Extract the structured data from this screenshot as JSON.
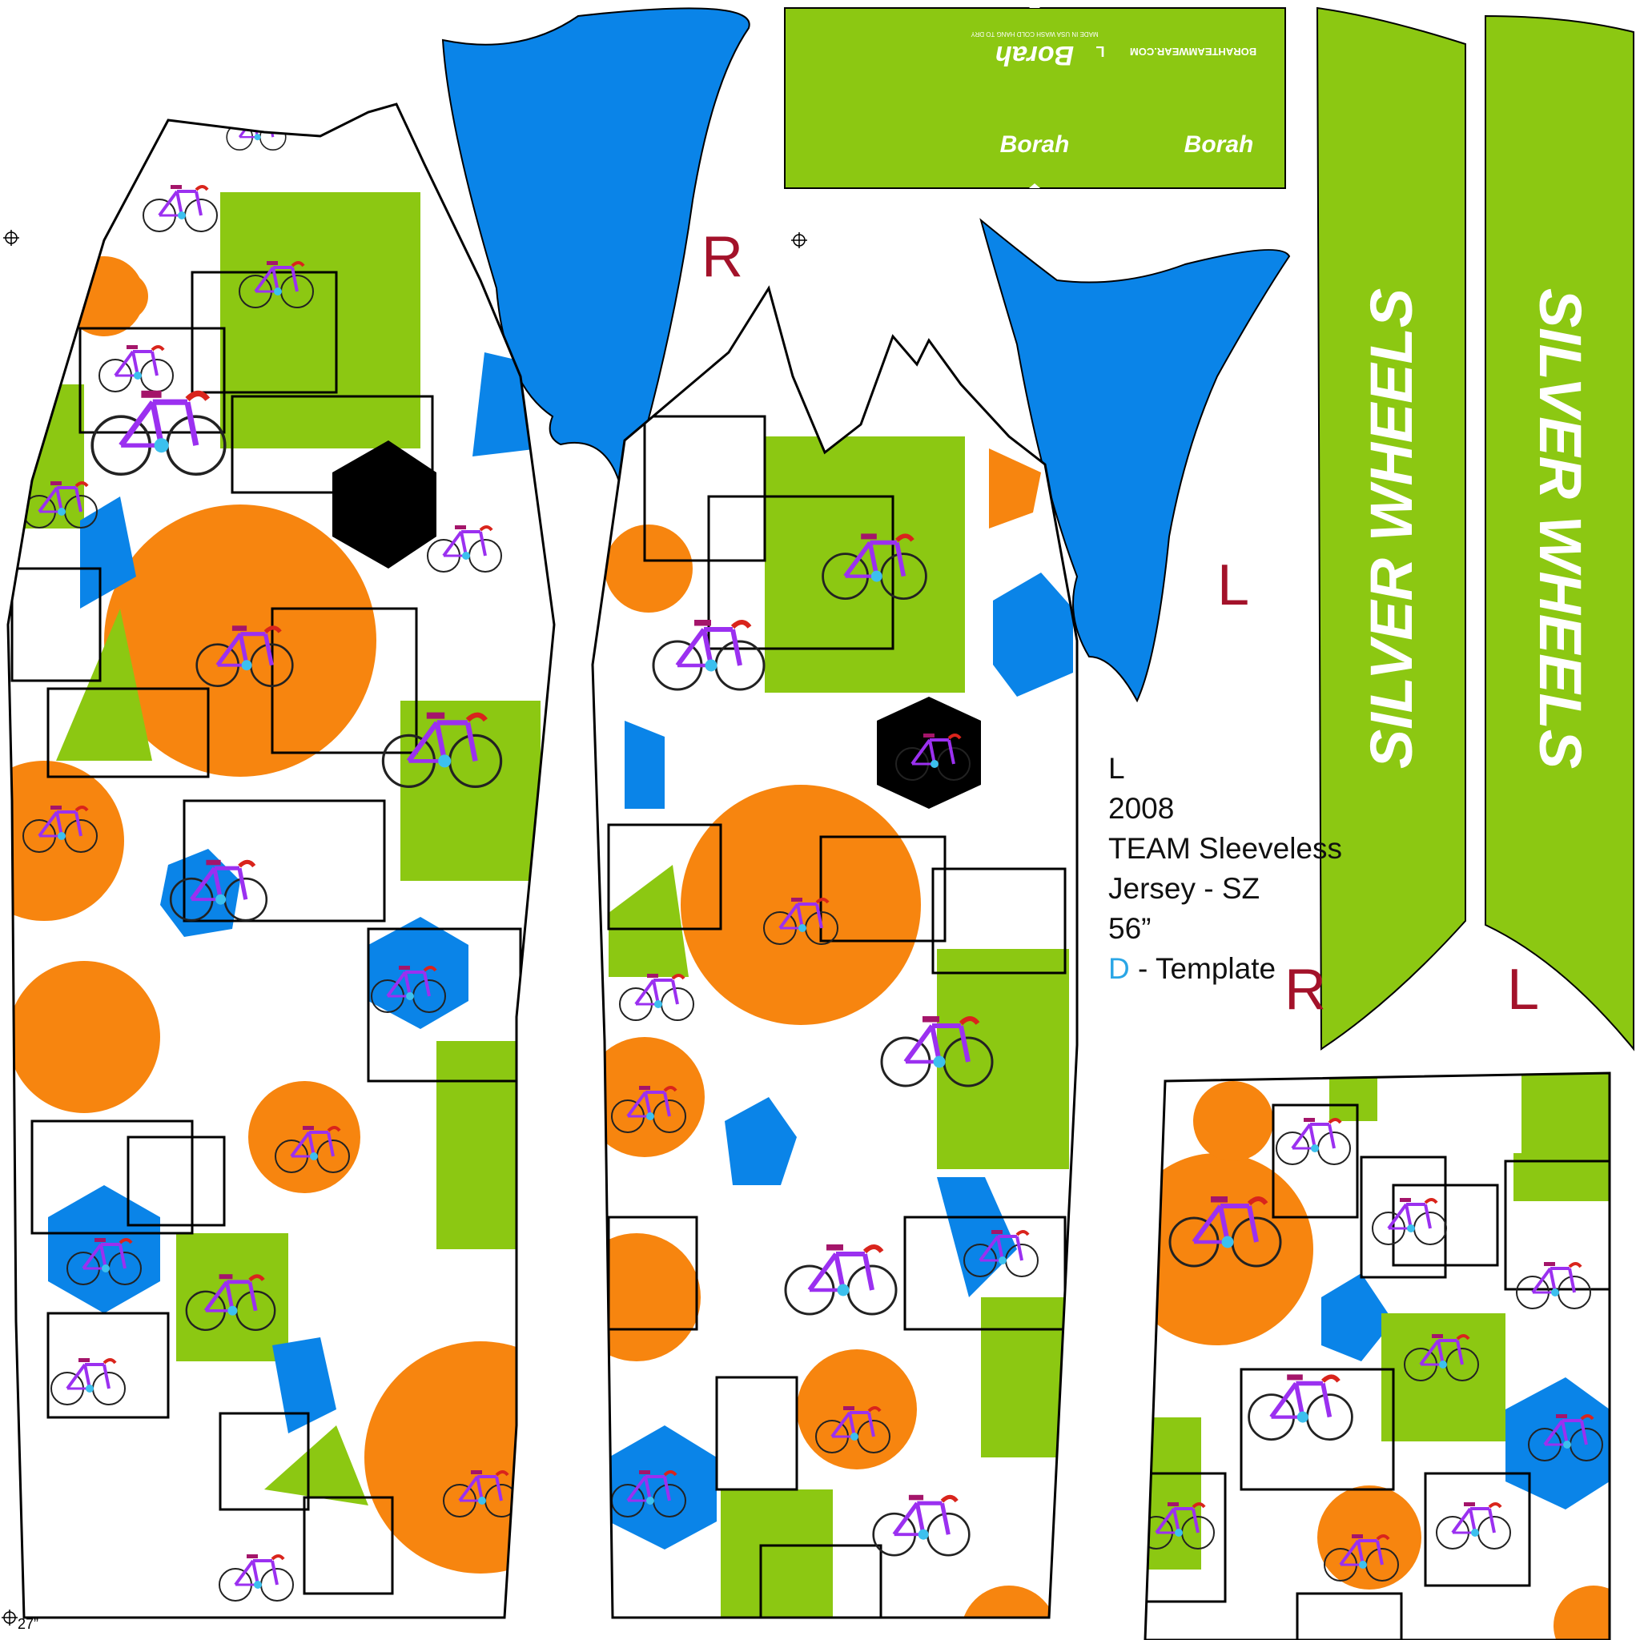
{
  "colors": {
    "lime": "#8cc812",
    "blue": "#0a84e8",
    "orange": "#f7850f",
    "purple": "#9b30f0",
    "cyan": "#3cc0ee",
    "red": "#d9241c",
    "magenta": "#a4156a",
    "black": "#000000",
    "label_red": "#a3122a",
    "label_blue": "#2aa6e6"
  },
  "labels": {
    "sleeve_right": "R",
    "sleeve_left": "L",
    "panel_right": "R",
    "panel_left": "L"
  },
  "info": {
    "line1": "L",
    "line2": "2008",
    "line3": "TEAM Sleeveless",
    "line4": "Jersey - SZ",
    "line5": "56”",
    "d_letter": "D",
    "line6_rest": " - Template"
  },
  "side_panels": {
    "left_text": "SILVER WHEELS",
    "right_text": "SILVER WHEELS"
  },
  "collar": {
    "brand_1": "Borah",
    "brand_2": "Borah",
    "website": "BORAHTEAMWEAR.COM",
    "tag_brand": "Borah",
    "tag_text": "MADE IN USA  WASH COLD  HANG TO DRY",
    "tag_size": "L"
  },
  "markers": {
    "length": "27”"
  },
  "icons": [
    "registration-mark-icon",
    "bicycle-icon",
    "hexagon-shape",
    "circle-shape"
  ]
}
